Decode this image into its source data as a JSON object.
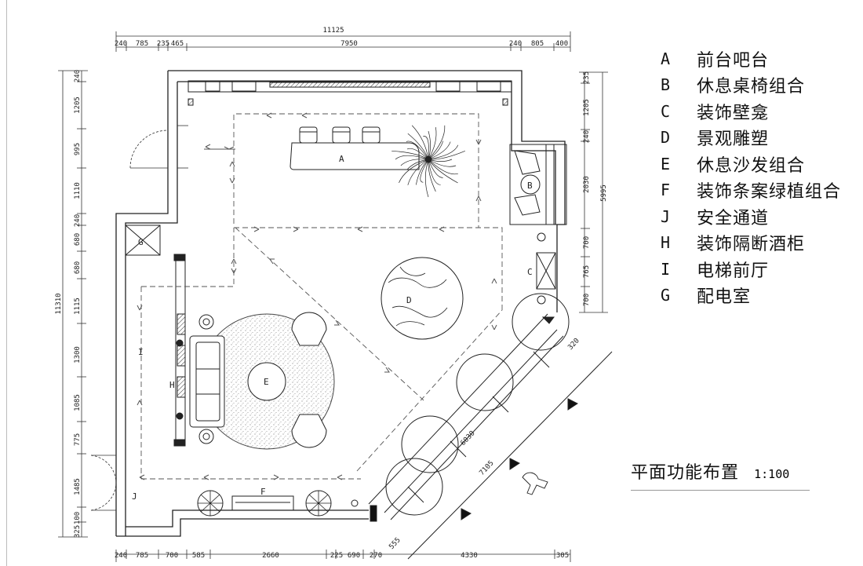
{
  "dims": {
    "top_total": "11125",
    "top": [
      "240",
      "785",
      "235",
      "465",
      "7950",
      "240",
      "805",
      "400"
    ],
    "bottom": [
      "240",
      "785",
      "700",
      "585",
      "2660",
      "225",
      "690",
      "270",
      "4330",
      "305"
    ],
    "left_total": "11310",
    "left": [
      "240",
      "1205",
      "995",
      "1110",
      "240",
      "680",
      "680",
      "1115",
      "1300",
      "1085",
      "775",
      "1485",
      "100",
      "325"
    ],
    "right_total": "5995",
    "right": [
      "235",
      "1205",
      "240",
      "2030",
      "700",
      "765",
      "700"
    ],
    "diag_outer": "7105",
    "diag_mid": "6030",
    "diag_small": "320",
    "diag_end": "555"
  },
  "room_labels": {
    "A": "A",
    "B": "B",
    "C": "C",
    "D": "D",
    "E": "E",
    "F": "F",
    "G": "G",
    "H": "H",
    "I": "I",
    "J": "J"
  },
  "legend": [
    {
      "code": "A",
      "text": "前台吧台"
    },
    {
      "code": "B",
      "text": "休息桌椅组合"
    },
    {
      "code": "C",
      "text": "装饰壁龛"
    },
    {
      "code": "D",
      "text": "景观雕塑"
    },
    {
      "code": "E",
      "text": "休息沙发组合"
    },
    {
      "code": "F",
      "text": "装饰条案绿植组合"
    },
    {
      "code": "J",
      "text": "安全通道"
    },
    {
      "code": "H",
      "text": "装饰隔断酒柜"
    },
    {
      "code": "I",
      "text": "电梯前厅"
    },
    {
      "code": "G",
      "text": "配电室"
    }
  ],
  "title": {
    "main": "平面功能布置",
    "scale": "1:100"
  }
}
